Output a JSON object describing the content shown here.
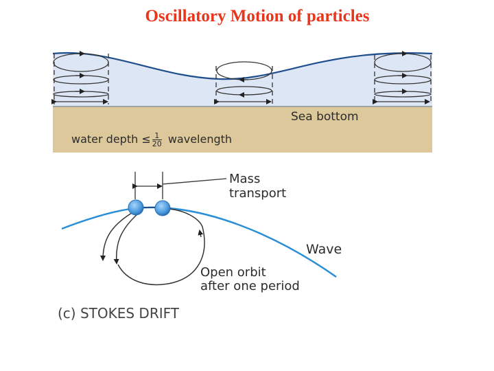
{
  "title": "Oscillatory Motion of particles",
  "top_panel": {
    "sea_bottom_label": "Sea bottom",
    "depth_label_prefix": "water depth ≤",
    "depth_fraction_numerator": "1",
    "depth_fraction_denominator": "20",
    "depth_label_suffix": "wavelength",
    "colors": {
      "water": "#dde6f4",
      "sediment": "#dcc89b",
      "wave_line": "#1f4e8c"
    }
  },
  "bottom_panel": {
    "mass_transport_label_line1": "Mass",
    "mass_transport_label_line2": "transport",
    "wave_label": "Wave",
    "orbit_label_line1": "Open orbit",
    "orbit_label_line2": "after one period",
    "caption": "(c) STOKES DRIFT",
    "colors": {
      "wave_line": "#2a8fd6",
      "particle": "#5aa8e8"
    }
  }
}
